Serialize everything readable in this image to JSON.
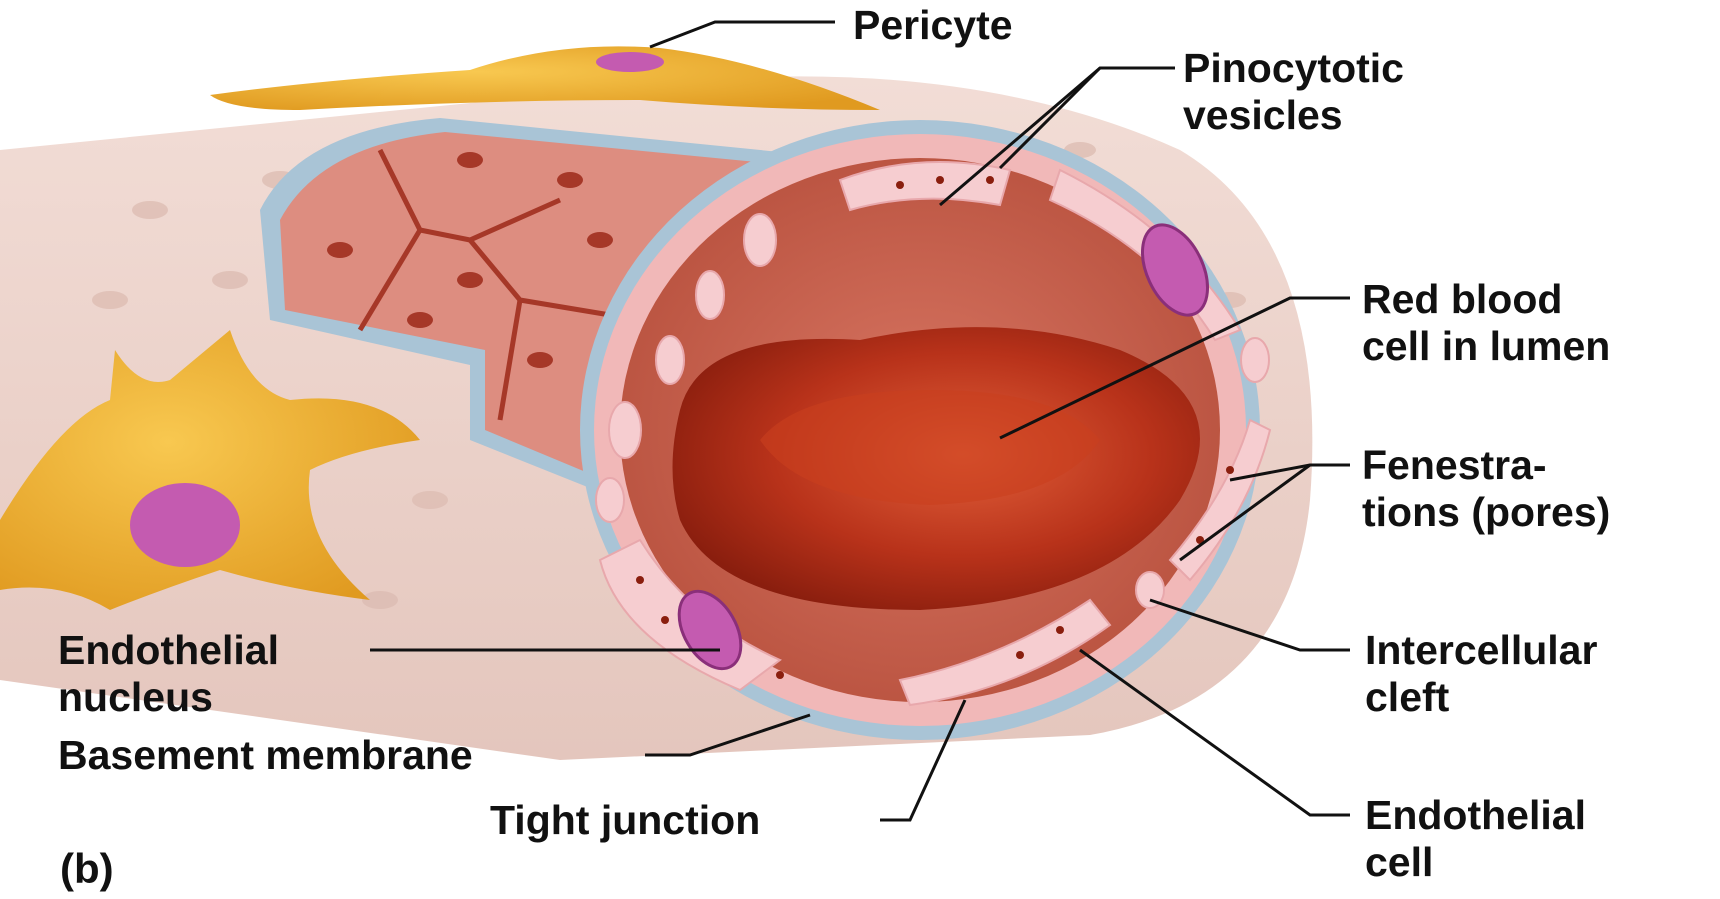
{
  "panel_label": "(b)",
  "labels": {
    "pericyte": [
      "Pericyte"
    ],
    "pinocytotic_vesicles": [
      "Pinocytotic",
      "vesicles"
    ],
    "red_blood_cell": [
      "Red blood",
      "cell in lumen"
    ],
    "fenestrations": [
      "Fenestra-",
      "tions (pores)"
    ],
    "intercellular_cleft": [
      "Intercellular",
      "cleft"
    ],
    "endothelial_cell": [
      "Endothelial",
      "cell"
    ],
    "endothelial_nucleus": [
      "Endothelial",
      "nucleus"
    ],
    "basement_membrane": [
      "Basement membrane"
    ],
    "tight_junction": [
      "Tight junction"
    ]
  },
  "colors": {
    "vessel_outer": "#ecd3cb",
    "vessel_inner_wall": "#d9867a",
    "lumen": "#c8604f",
    "red_blood_cell": "#b42a12",
    "basement_membrane": "#a9c4d6",
    "endothelium": "#f4c2c4",
    "nucleus": "#c45bb0",
    "pericyte": "#f0b030"
  }
}
